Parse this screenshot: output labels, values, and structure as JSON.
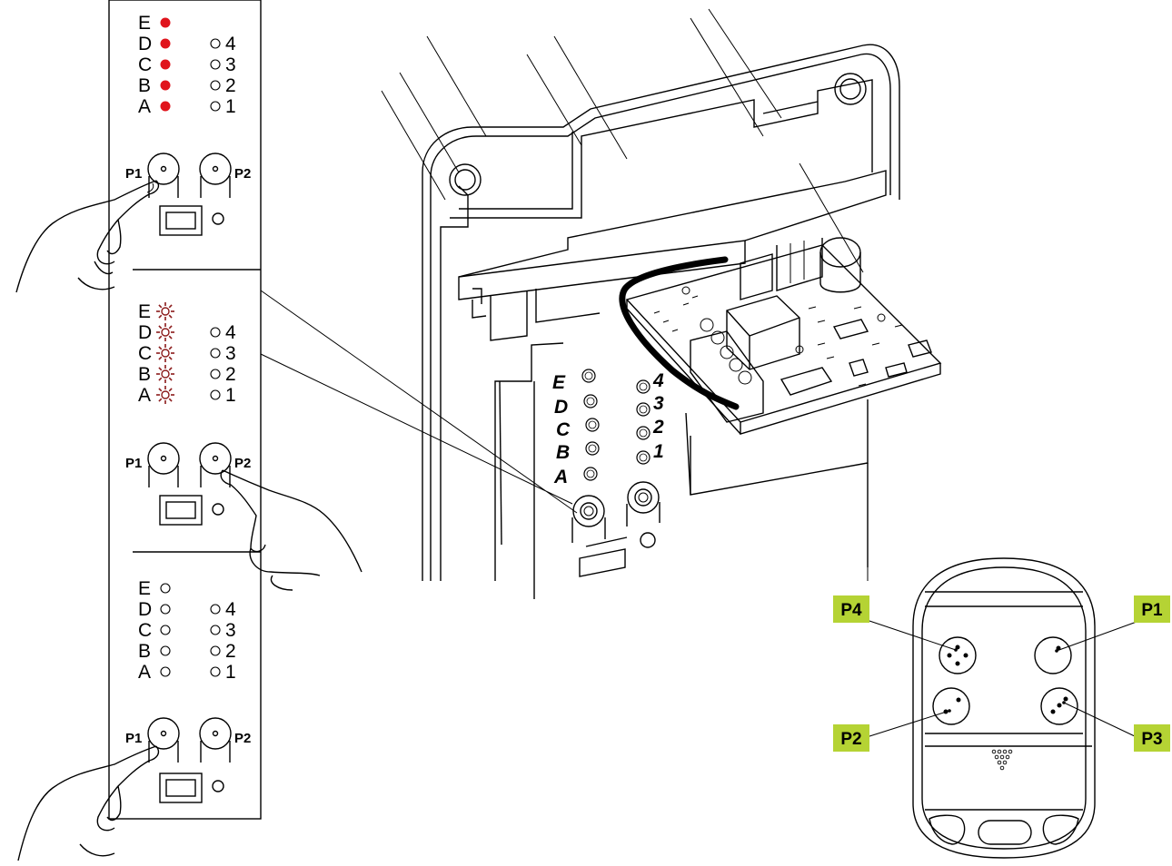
{
  "panels": [
    {
      "leds": [
        {
          "letter": "E",
          "number": "",
          "state": "on"
        },
        {
          "letter": "D",
          "number": "4",
          "state": "on"
        },
        {
          "letter": "C",
          "number": "3",
          "state": "on"
        },
        {
          "letter": "B",
          "number": "2",
          "state": "on"
        },
        {
          "letter": "A",
          "number": "1",
          "state": "on"
        }
      ],
      "left_button": "P1",
      "right_button": "P2",
      "pressed": "P1"
    },
    {
      "leds": [
        {
          "letter": "E",
          "number": "",
          "state": "blink"
        },
        {
          "letter": "D",
          "number": "4",
          "state": "blink"
        },
        {
          "letter": "C",
          "number": "3",
          "state": "blink"
        },
        {
          "letter": "B",
          "number": "2",
          "state": "blink"
        },
        {
          "letter": "A",
          "number": "1",
          "state": "blink"
        }
      ],
      "left_button": "P1",
      "right_button": "P2",
      "pressed": "P2"
    },
    {
      "leds": [
        {
          "letter": "E",
          "number": "",
          "state": "off"
        },
        {
          "letter": "D",
          "number": "4",
          "state": "off"
        },
        {
          "letter": "C",
          "number": "3",
          "state": "off"
        },
        {
          "letter": "B",
          "number": "2",
          "state": "off"
        },
        {
          "letter": "A",
          "number": "1",
          "state": "off"
        }
      ],
      "left_button": "P1",
      "right_button": "P2",
      "pressed": "P1"
    }
  ],
  "receiver": {
    "letters": [
      "E",
      "D",
      "C",
      "B",
      "A"
    ],
    "numbers": [
      "4",
      "3",
      "2",
      "1"
    ]
  },
  "remote": {
    "tags": {
      "top_left": "P4",
      "top_right": "P1",
      "bottom_left": "P2",
      "bottom_right": "P3"
    }
  },
  "colors": {
    "led_on": "#e0141c",
    "tag_bg": "#b5d334",
    "line": "#000000"
  }
}
